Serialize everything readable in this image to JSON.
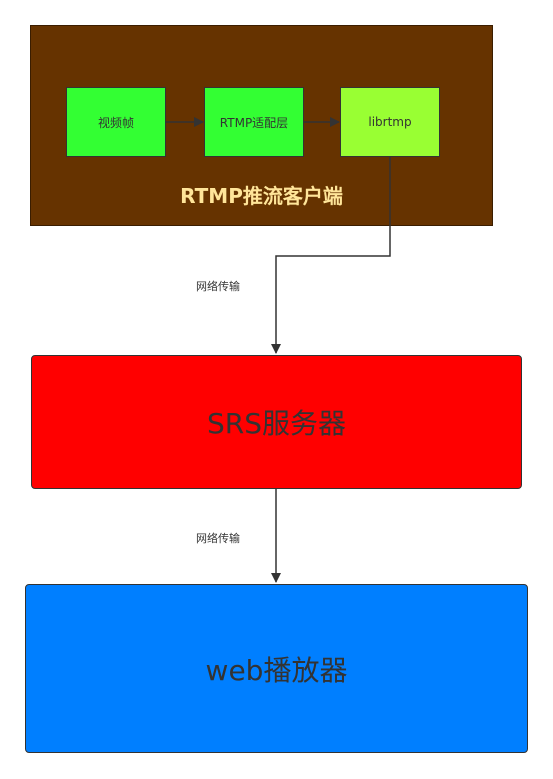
{
  "client": {
    "title": "RTMP推流客户端",
    "color": "#663300",
    "nodes": [
      {
        "label": "视频帧",
        "color": "#33ff33"
      },
      {
        "label": "RTMP适配层",
        "color": "#33ff33"
      },
      {
        "label": "librtmp",
        "color": "#99ff33"
      }
    ]
  },
  "server": {
    "label": "SRS服务器",
    "color": "#ff0000"
  },
  "player": {
    "label": "web播放器",
    "color": "#007fff"
  },
  "edges": [
    {
      "from": "视频帧",
      "to": "RTMP适配层",
      "label": ""
    },
    {
      "from": "RTMP适配层",
      "to": "librtmp",
      "label": ""
    },
    {
      "from": "librtmp",
      "to": "SRS服务器",
      "label": "网络传输"
    },
    {
      "from": "SRS服务器",
      "to": "web播放器",
      "label": "网络传输"
    }
  ]
}
